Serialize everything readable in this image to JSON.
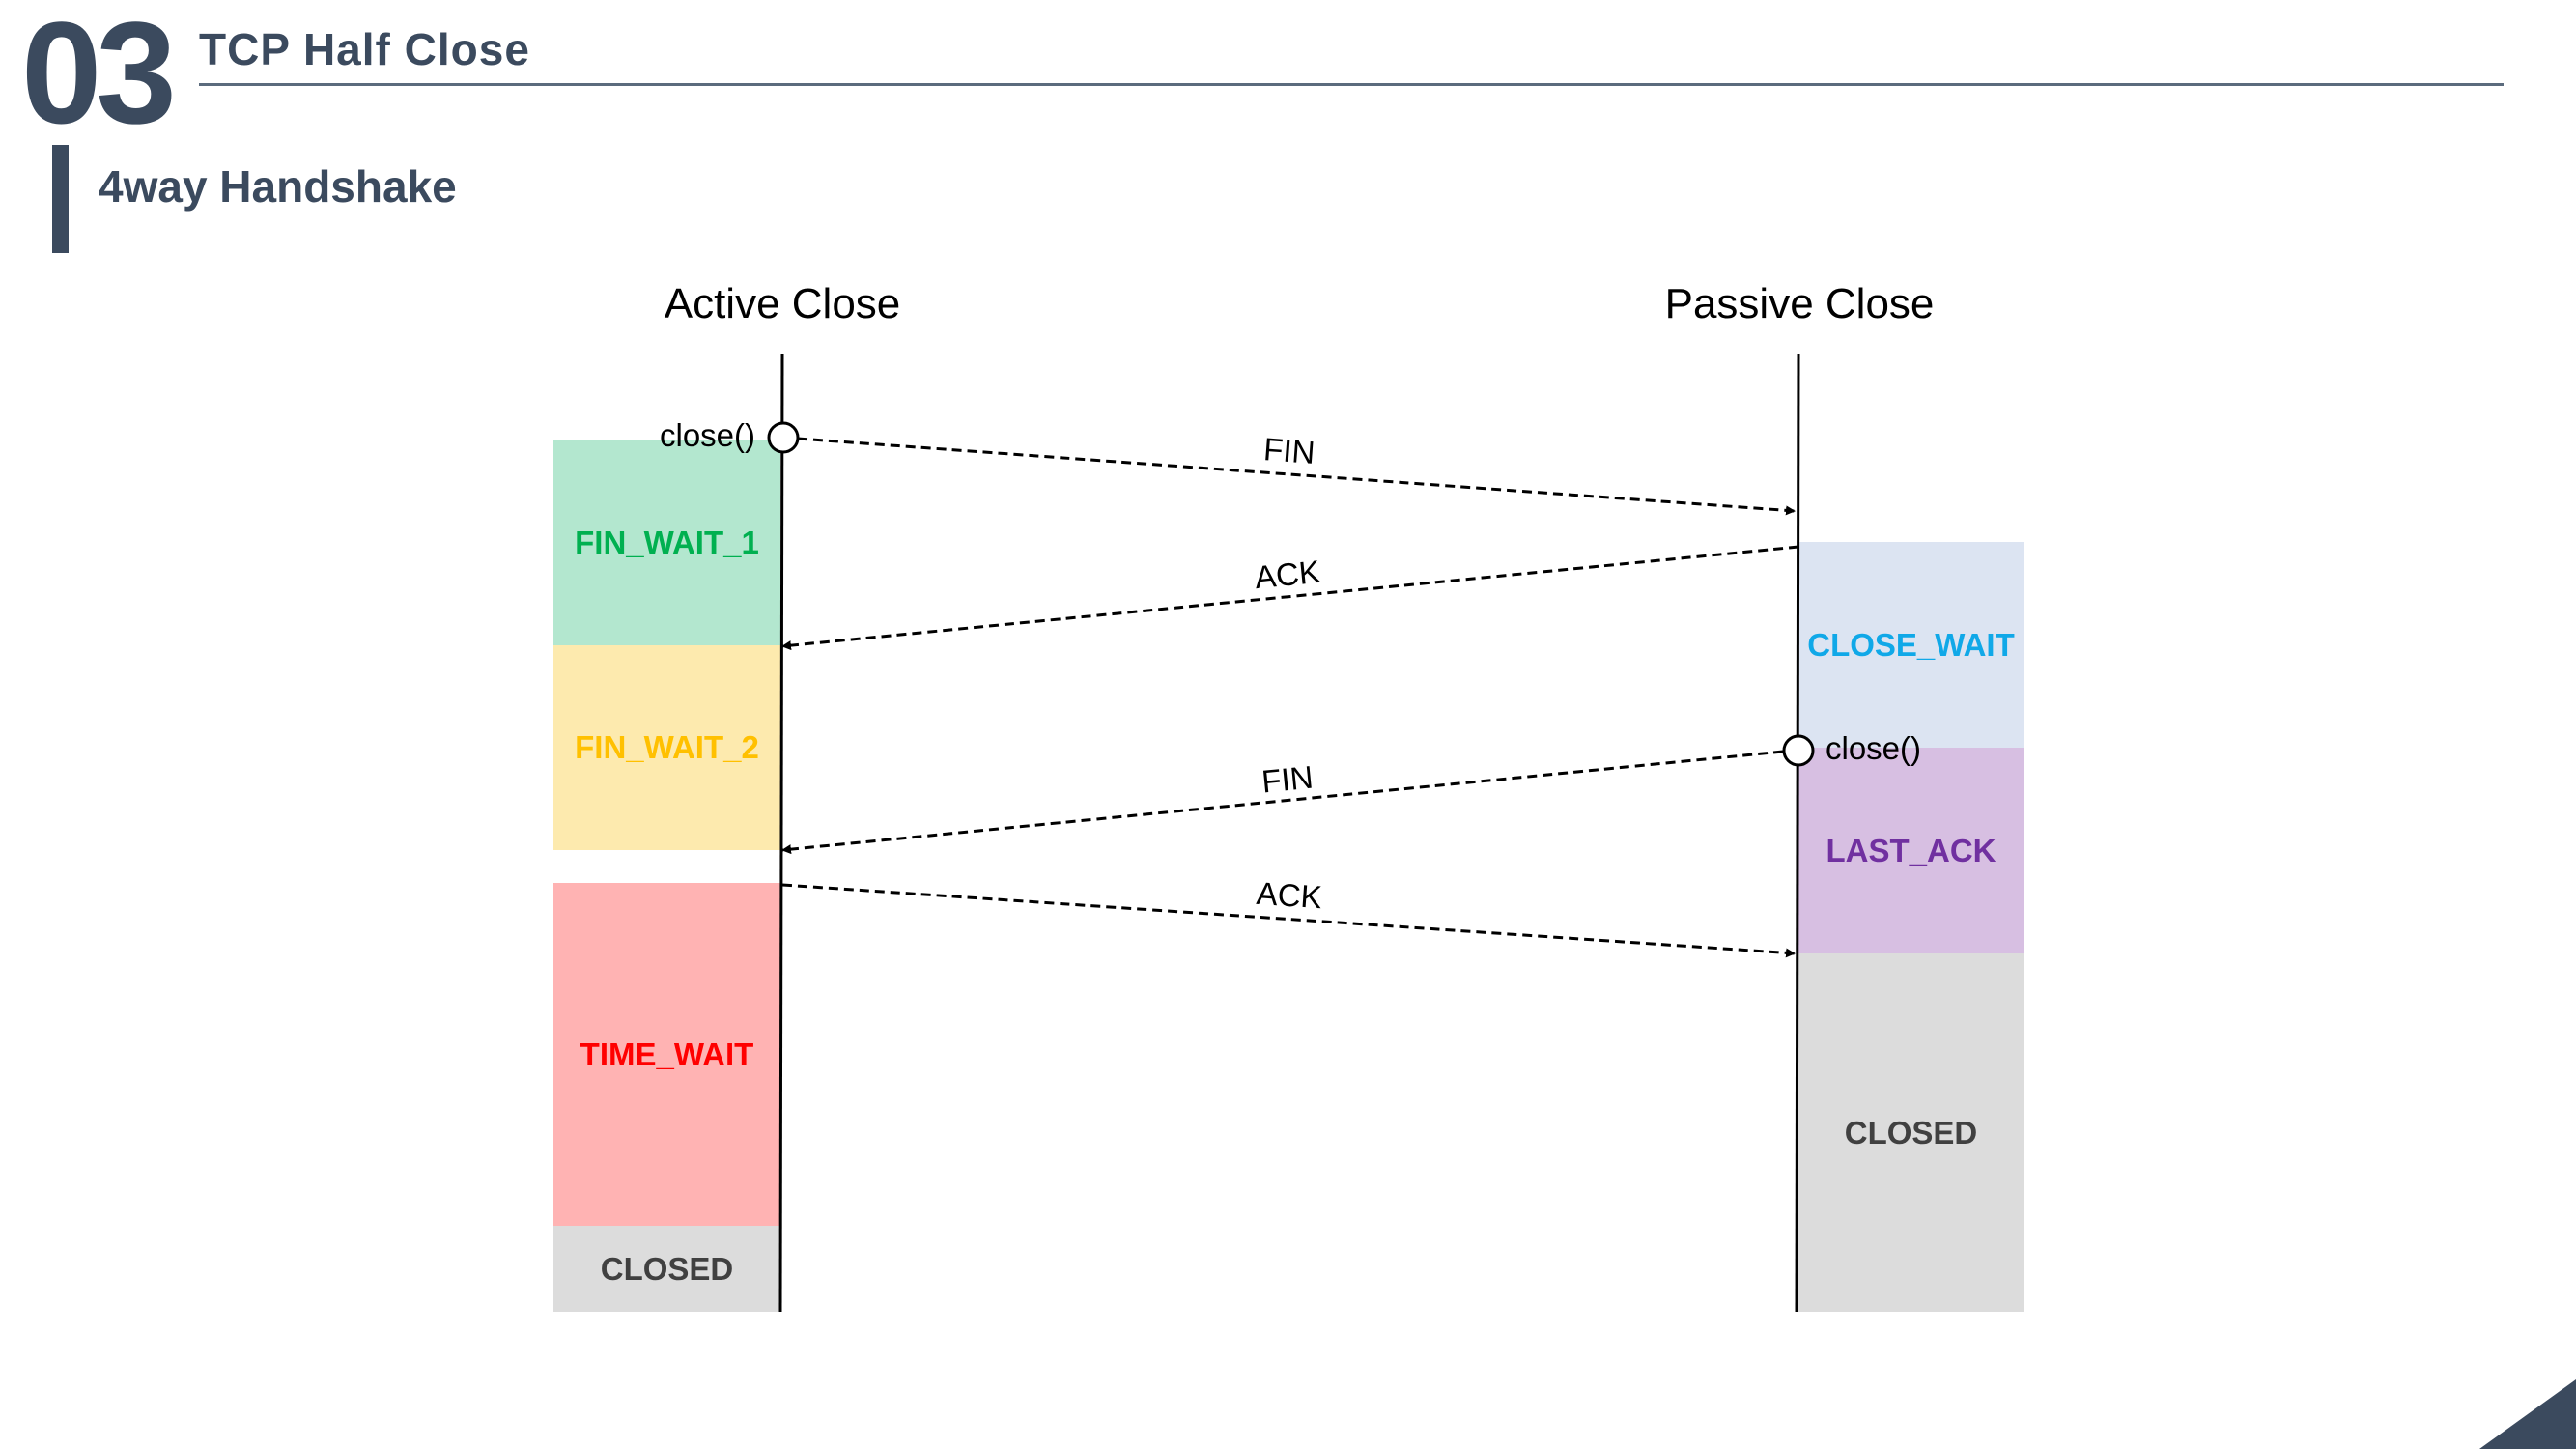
{
  "header": {
    "section_number": "03",
    "section_title": "TCP Half Close",
    "subtitle": "4way Handshake"
  },
  "diagram": {
    "active_title": "Active Close",
    "passive_title": "Passive Close",
    "active_states": [
      {
        "label": "FIN_WAIT_1",
        "bg": "#b3e7cf",
        "fg": "#00b050"
      },
      {
        "label": "FIN_WAIT_2",
        "bg": "#fdeaae",
        "fg": "#ffc000"
      },
      {
        "label": "TIME_WAIT",
        "bg": "#ffb3b3",
        "fg": "#ff0000"
      },
      {
        "label": "CLOSED",
        "bg": "#dcdcdc",
        "fg": "#404040"
      }
    ],
    "passive_states": [
      {
        "label": "CLOSE_WAIT",
        "bg": "#dce4f2",
        "fg": "#10a8e8"
      },
      {
        "label": "LAST_ACK",
        "bg": "#d7bfe2",
        "fg": "#7030a0"
      },
      {
        "label": "CLOSED",
        "bg": "#dcdcdc",
        "fg": "#404040"
      }
    ],
    "calls": {
      "active_close_call": "close()",
      "passive_close_call": "close()"
    },
    "messages": [
      {
        "label": "FIN",
        "direction": "active-to-passive"
      },
      {
        "label": "ACK",
        "direction": "passive-to-active"
      },
      {
        "label": "FIN",
        "direction": "passive-to-active"
      },
      {
        "label": "ACK",
        "direction": "active-to-passive"
      }
    ]
  }
}
